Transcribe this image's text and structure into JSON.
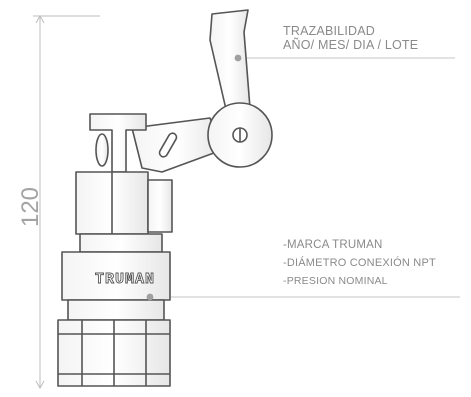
{
  "traceability": {
    "title": "TRAZABILIDAD",
    "fields": "AÑO/ MES/ DIA / LOTE"
  },
  "specs": {
    "brand": "-MARCA TRUMAN",
    "diameter": "-DIÁMETRO CONEXIÓN NPT",
    "pressure": "-PRESION NOMINAL"
  },
  "dimension": {
    "height": "120"
  },
  "body_logo": "TRUMAN",
  "colors": {
    "line": "#bdbdbd",
    "outline": "#555555",
    "text": "#8a8a8a",
    "dot": "#a0a0a0"
  }
}
